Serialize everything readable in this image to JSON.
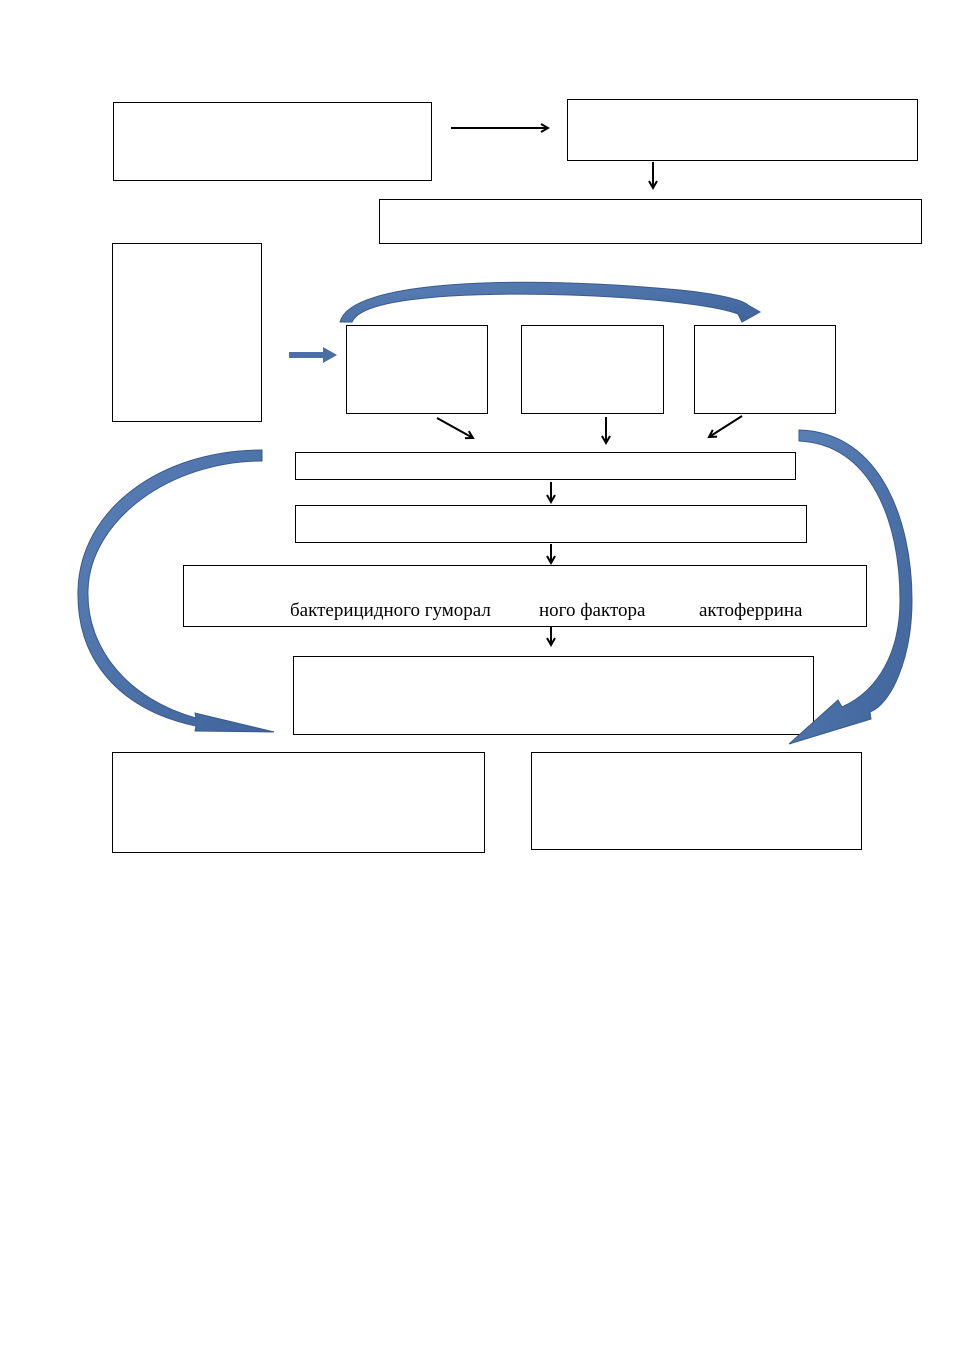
{
  "diagram": {
    "colors": {
      "box_border": "#000000",
      "curved_arrow": "#4a6fa5",
      "straight_arrow": "#000000"
    },
    "boxes": [
      {
        "id": "box-top-left",
        "text": ""
      },
      {
        "id": "box-top-right",
        "text": ""
      },
      {
        "id": "box-wide-row-2",
        "text": ""
      },
      {
        "id": "box-tall-left",
        "text": ""
      },
      {
        "id": "box-mid-1",
        "text": ""
      },
      {
        "id": "box-mid-2",
        "text": ""
      },
      {
        "id": "box-mid-3",
        "text": ""
      },
      {
        "id": "box-bar-1",
        "text": ""
      },
      {
        "id": "box-bar-2",
        "text": ""
      },
      {
        "id": "box-bar-3",
        "text": ""
      },
      {
        "id": "box-center-lower",
        "text": ""
      },
      {
        "id": "box-bottom-left",
        "text": ""
      },
      {
        "id": "box-bottom-right",
        "text": ""
      }
    ],
    "bar3_text": {
      "part1": "бактерицидного гуморал",
      "part2": "ного фактора",
      "part3": "актоферрина"
    }
  }
}
